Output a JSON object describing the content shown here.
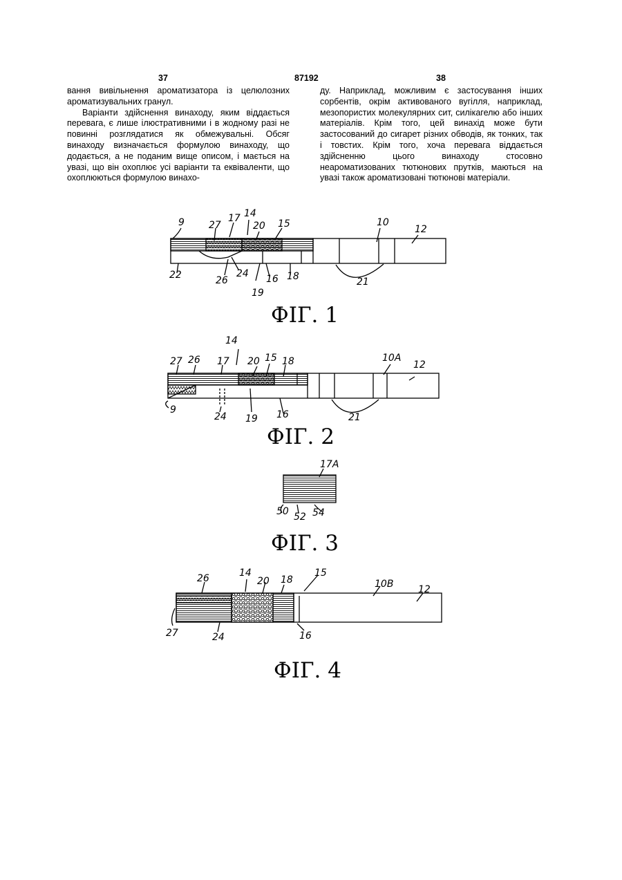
{
  "header": {
    "page_left": "37",
    "patent_number": "87192",
    "page_right": "38"
  },
  "left_column": {
    "p1": "вання вивільнення ароматизатора із целюлозних ароматизувальних гранул.",
    "p2": "Варіанти здійснення винаходу, яким віддається перевага, є лише ілюстративними і в жодному разі не повинні розглядатися як обмежувальні. Обсяг винаходу визначається формулою винаходу, що додається, а не поданим вище описом, і мається на увазі, що він охоплює усі варіанти та еквіваленти, що охоплюються формулою винахо-"
  },
  "right_column": {
    "p1": "ду. Наприклад, можливим є застосування інших сорбентів, окрім активованого вугілля, наприклад, мезопористих молекулярних сит, силікагелю або інших матеріалів. Крім того, цей винахід може бути застосований до сигарет різних обводів, як тонких, так і товстих. Крім того, хоча перевага віддається здійсненню цього винаходу стосовно неароматизованих тютюнових прутків, маються на увазі також ароматизовані тютюнові матеріали."
  },
  "figures": {
    "fig1": {
      "caption": "ФІГ. 1",
      "labels": {
        "l9": "9",
        "l14": "14",
        "l17": "17",
        "l27": "27",
        "l20": "20",
        "l15": "15",
        "l10": "10",
        "l12": "12",
        "l22": "22",
        "l26": "26",
        "l24": "24",
        "l16": "16",
        "l18": "18",
        "l19": "19",
        "l21": "21"
      }
    },
    "fig2": {
      "caption": "ФІГ. 2",
      "labels": {
        "l14": "14",
        "l27": "27",
        "l26": "26",
        "l17": "17",
        "l20": "20",
        "l15": "15",
        "l18": "18",
        "l10A": "10A",
        "l12": "12",
        "l9": "9",
        "l24": "24",
        "l19": "19",
        "l16": "16",
        "l21": "21"
      }
    },
    "fig3": {
      "caption": "ФІГ. 3",
      "labels": {
        "l17A": "17A",
        "l50": "50",
        "l52": "52",
        "l54": "54"
      }
    },
    "fig4": {
      "caption": "ФІГ. 4",
      "labels": {
        "l26": "26",
        "l14": "14",
        "l20": "20",
        "l18": "18",
        "l15": "15",
        "l10B": "10B",
        "l12": "12",
        "l27": "27",
        "l24": "24",
        "l16": "16"
      }
    }
  }
}
